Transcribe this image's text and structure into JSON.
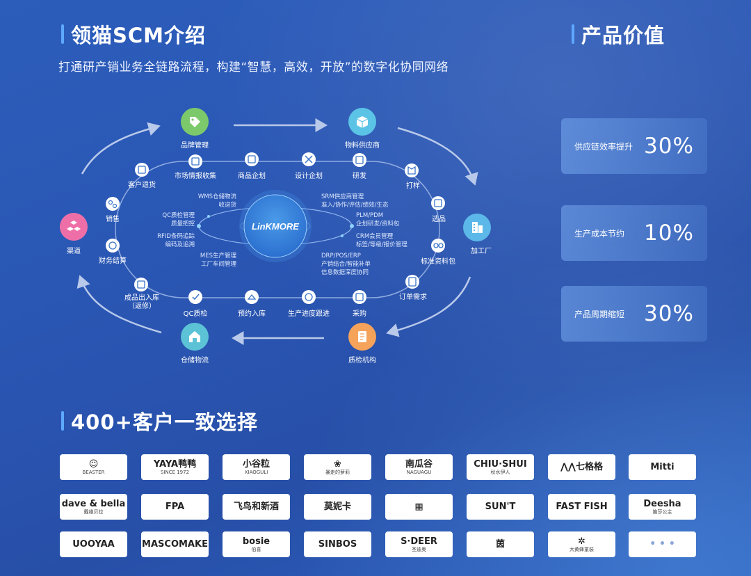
{
  "header": {
    "title": "领猫SCM介绍",
    "subtitle": "打通研产销业务全链路流程，构建“智慧，高效，开放”的数字化协同网络"
  },
  "value_section": {
    "title": "产品价值",
    "cards": [
      {
        "label": "供应链效率提升",
        "value": "30%"
      },
      {
        "label": "生产成本节约",
        "value": "10%"
      },
      {
        "label": "产品周期缩短",
        "value": "30%"
      }
    ]
  },
  "diagram": {
    "center_logo": "LinKMORE",
    "big_nodes": {
      "brand": {
        "label": "品牌管理",
        "color": "#7cc96b",
        "icon": "tag-icon"
      },
      "supplier": {
        "label": "物料供应商",
        "color": "#5bc4e6",
        "icon": "box-icon"
      },
      "factory": {
        "label": "加工厂",
        "color": "#5bb8e8",
        "icon": "building-icon"
      },
      "quality": {
        "label": "质检机构",
        "color": "#f5a25a",
        "icon": "report-icon"
      },
      "warehouse": {
        "label": "仓储物流",
        "color": "#5cc3d6",
        "icon": "warehouse-icon"
      },
      "channel": {
        "label": "渠道",
        "color": "#ee6fa8",
        "icon": "cubes-icon"
      }
    },
    "steps": {
      "market_research": "市场情报收集",
      "product_planning": "商品企划",
      "design_planning": "设计企划",
      "rnd": "研发",
      "sampling": "打样",
      "selection": "选品",
      "standard_pack": "标准资料包",
      "order_demand": "订单需求",
      "purchase": "采购",
      "production_tracking": "生产进度跟进",
      "booking_inbound": "预约入库",
      "qc": "QC质检",
      "finished_goods": "成品出入库",
      "finished_goods_note": "（返修）",
      "finance": "财务结算",
      "sales": "销售",
      "customer_return": "客户退货"
    },
    "ring_modules": {
      "wms": {
        "name": "WMS仓储物流",
        "desc": "收退货"
      },
      "qc": {
        "name": "QC质检管理",
        "desc": "质量把控"
      },
      "rfid": {
        "name": "RFID条码追踪",
        "desc": "编码及追溯"
      },
      "mes": {
        "name": "MES生产管理",
        "desc": "工厂车间管理"
      },
      "srm": {
        "name": "SRM供应商管理",
        "desc": "准入/协作/评估/绩效/生态"
      },
      "plm": {
        "name": "PLM/PDM",
        "desc": "企划研发/资料包"
      },
      "crm": {
        "name": "CRM会员管理",
        "desc": "标签/等级/报价管理"
      },
      "drp": {
        "name": "DRP/POS/ERP",
        "desc": "产销结合/智能补单",
        "desc2": "信息数据深度协同"
      }
    }
  },
  "customers": {
    "title": "400+客户一致选择",
    "logos": [
      {
        "main": "☺",
        "sub": "BEASTER"
      },
      {
        "main": "YAYA鸭鸭",
        "sub": "SINCE 1972"
      },
      {
        "main": "小谷粒",
        "sub": "XIAOGULI"
      },
      {
        "main": "❀",
        "sub": "暴走的萝莉"
      },
      {
        "main": "南瓜谷",
        "sub": "NAGUAGU"
      },
      {
        "main": "CHIU·SHUI",
        "sub": "秋水伊人"
      },
      {
        "main": "⋀⋀七格格",
        "sub": ""
      },
      {
        "main": "Mitti",
        "sub": ""
      },
      {
        "main": "dave & bella",
        "sub": "戴维贝拉"
      },
      {
        "main": "FPA",
        "sub": ""
      },
      {
        "main": "飞鸟和新酒",
        "sub": ""
      },
      {
        "main": "莫妮卡",
        "sub": ""
      },
      {
        "main": "▦",
        "sub": ""
      },
      {
        "main": "SUN'T",
        "sub": ""
      },
      {
        "main": "FAST FISH",
        "sub": ""
      },
      {
        "main": "Deesha",
        "sub": "笛莎公主"
      },
      {
        "main": "UOOYAA",
        "sub": ""
      },
      {
        "main": "MASCOMAKE",
        "sub": ""
      },
      {
        "main": "bosie",
        "sub": "伯喜"
      },
      {
        "main": "SINBOS",
        "sub": ""
      },
      {
        "main": "S·DEER",
        "sub": "圣迪奥"
      },
      {
        "main": "茵",
        "sub": ""
      },
      {
        "main": "✲",
        "sub": "大黄蜂童装"
      },
      {
        "main": "• • •",
        "sub": ""
      }
    ]
  }
}
